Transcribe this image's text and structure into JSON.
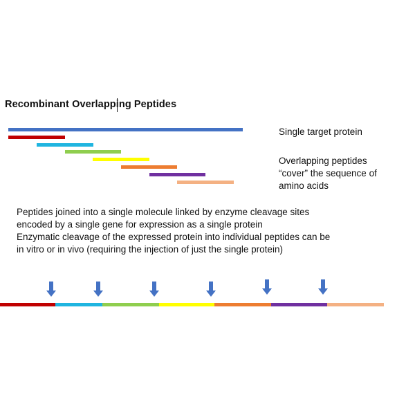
{
  "title": "Recombinant Overlapping Peptides",
  "labels": {
    "target": "Single target protein",
    "overlap": [
      "Overlapping peptides",
      "“cover” the sequence of",
      "amino acids"
    ]
  },
  "description": [
    "Peptides joined into a single molecule linked by enzyme cleavage sites",
    "encoded by a single gene for expression as a single protein",
    "Enzymatic cleavage of the expressed protein into individual peptides can be",
    "in vitro or in vivo (requiring the injection of just the single protein)"
  ],
  "colors": {
    "target": "#4472c4",
    "peptides": [
      "#c00000",
      "#1fb5e0",
      "#8fce4e",
      "#ffff00",
      "#ed7d31",
      "#7030a0",
      "#f4b183"
    ],
    "arrow": "#4472c4"
  },
  "peptide_count": 7,
  "cleavage_site_count": 6
}
